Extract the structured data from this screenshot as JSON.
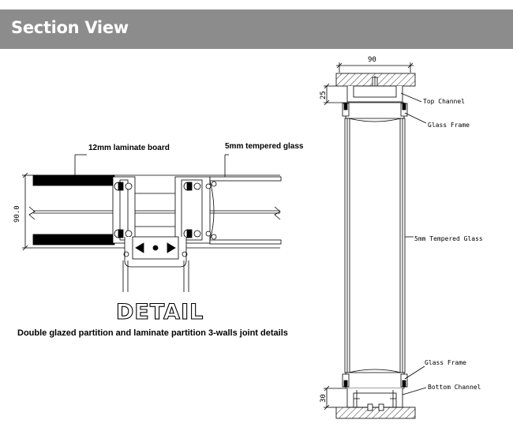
{
  "header": {
    "title": "Section View"
  },
  "detail": {
    "board_label": "12mm laminate board",
    "glass_label": "5mm tempered glass",
    "dimension": "90.0",
    "stamp": "DETAIL",
    "caption": "Double glazed partition and laminate partition 3-walls joint details"
  },
  "section": {
    "width_dim": "90",
    "top_dim": "25",
    "bottom_dim": "30",
    "labels": {
      "top_channel": "Top Channel",
      "glass_frame_top": "Glass Frame",
      "tempered_glass": "5mm Tempered Glass",
      "glass_frame_bottom": "Glass Frame",
      "bottom_channel": "Bottom Channel"
    }
  }
}
